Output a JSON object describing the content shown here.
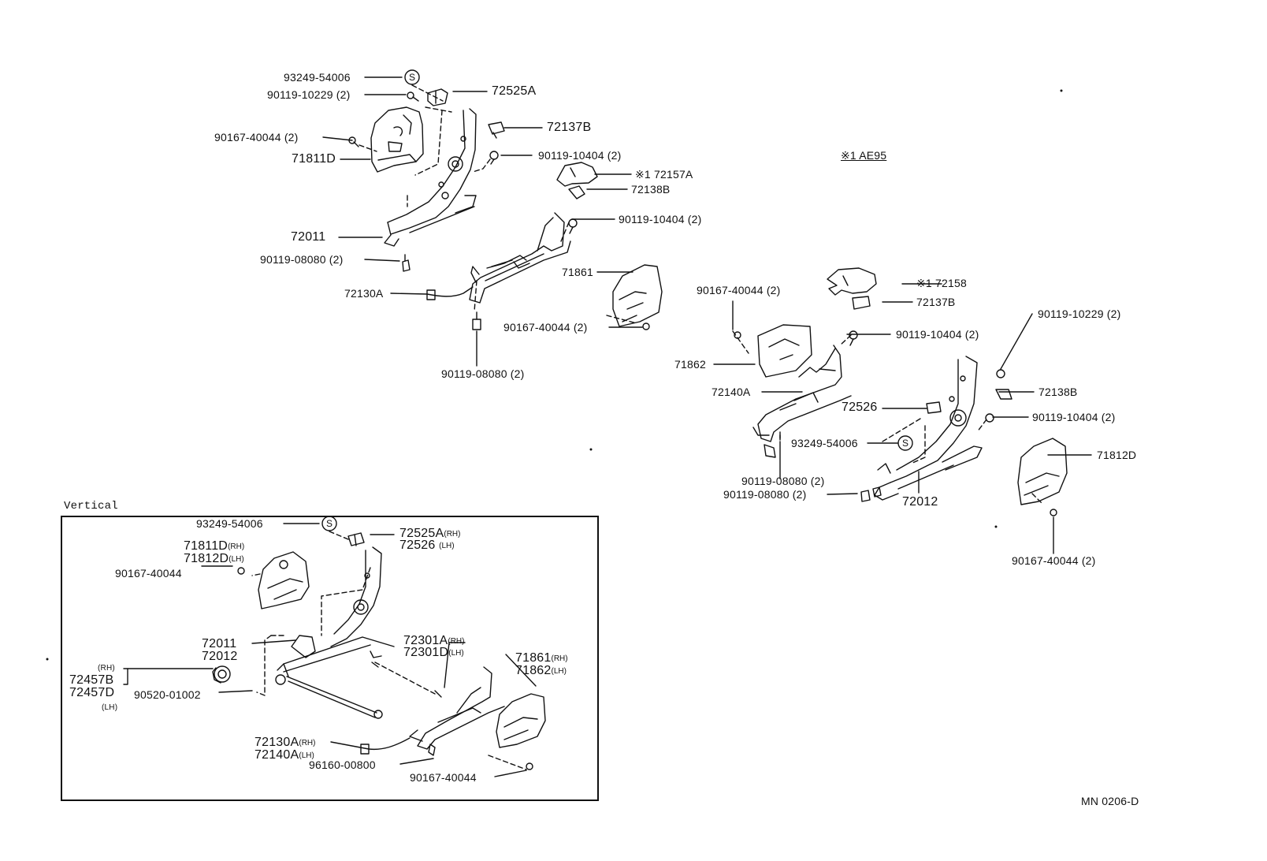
{
  "diagram": {
    "top_left": {
      "p93249_54006": "93249-54006",
      "p90119_10229": "90119-10229 (2)",
      "p72525A": "72525A",
      "p72137B": "72137B",
      "p90167_40044_a": "90167-40044 (2)",
      "p71811D": "71811D",
      "p90119_10404_a": "90119-10404 (2)",
      "p72157A": "※1  72157A",
      "p72138B": "72138B",
      "p90119_10404_b": "90119-10404 (2)",
      "p72011": "72011",
      "p90119_08080_a": "90119-08080 (2)",
      "p71861": "71861",
      "p72130A": "72130A",
      "p90167_40044_b": "90167-40044 (2)",
      "p90119_08080_b": "90119-08080 (2)"
    },
    "ae95_note": "※1  AE95",
    "right": {
      "p90167_40044_a": "90167-40044 (2)",
      "p72158": "※1  72158",
      "p72137B": "72137B",
      "p90119_10229": "90119-10229 (2)",
      "p90119_10404_a": "90119-10404 (2)",
      "p71862": "71862",
      "p72140A": "72140A",
      "p72138B": "72138B",
      "p72526": "72526",
      "p90119_10404_b": "90119-10404 (2)",
      "p93249_54006": "93249-54006",
      "p71812D": "71812D",
      "p90119_08080_a": "90119-08080 (2)",
      "p90119_08080_b": "90119-08080 (2)",
      "p72012": "72012",
      "p90167_40044_b": "90167-40044 (2)"
    },
    "vertical": {
      "title": "Vertical",
      "p93249_54006": "93249-54006",
      "p72525A": "72525A",
      "p72526": "72526",
      "p71811D": "71811D",
      "p71812D": "71812D",
      "p90167_40044_a": "90167-40044",
      "p72011": "72011",
      "p72012": "72012",
      "p72301A": "72301A",
      "p72301D": "72301D",
      "p71861": "71861",
      "p71862": "71862",
      "p72457B": "72457B",
      "p72457D": "72457D",
      "p90520_01002": "90520-01002",
      "p72130A": "72130A",
      "p72140A": "72140A",
      "p96160_00800": "96160-00800",
      "p90167_40044_b": "90167-40044",
      "rh": "(RH)",
      "lh": "(LH)",
      "rh_lower": "(RH)",
      "lh_lower": "(LH)"
    },
    "code": "MN 0206-D"
  }
}
